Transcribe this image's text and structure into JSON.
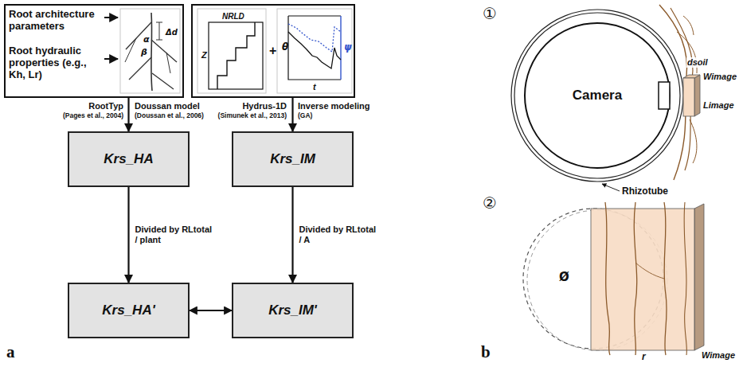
{
  "diagram": {
    "nodes": [
      {
        "text": [
          "Root architecture parameters",
          "Root hydraulic properties (e.g., Kh, Lr)",
          "α",
          "β",
          "Δd"
        ]
      },
      {
        "text": [
          "NRLD",
          "Z",
          "+",
          "θ",
          "ψ",
          "t"
        ]
      },
      {
        "text": [
          "Krs_HA"
        ]
      },
      {
        "text": [
          "Krs_IM"
        ]
      },
      {
        "text": [
          "Krs_HA'"
        ]
      },
      {
        "text": [
          "Krs_IM'"
        ]
      },
      {
        "text": [
          "Camera"
        ]
      }
    ],
    "edges": [
      {
        "from": 0,
        "to": 2,
        "arrow": "to"
      },
      {
        "from": 1,
        "to": 3,
        "arrow": "to"
      },
      {
        "from": 2,
        "to": 4,
        "arrow": "to",
        "label": "Divided by RLtotal / plant"
      },
      {
        "from": 3,
        "to": 5,
        "arrow": "to",
        "label": "Divided by RLtotal / A"
      },
      {
        "from": 4,
        "to": 5,
        "arrow": "both"
      }
    ],
    "labels": [
      "RootTyp",
      "(Pages et al., 2004)",
      "Doussan model",
      "(Doussan et al., 2006)",
      "Hydrus-1D",
      "(Simunek et al., 2013)",
      "Inverse modeling",
      "(GA)",
      "a",
      "①",
      "dsoil",
      "Wimage",
      "Limage",
      "Rhizotube",
      "②",
      "Ø",
      "Wimage",
      "r",
      "b"
    ]
  }
}
